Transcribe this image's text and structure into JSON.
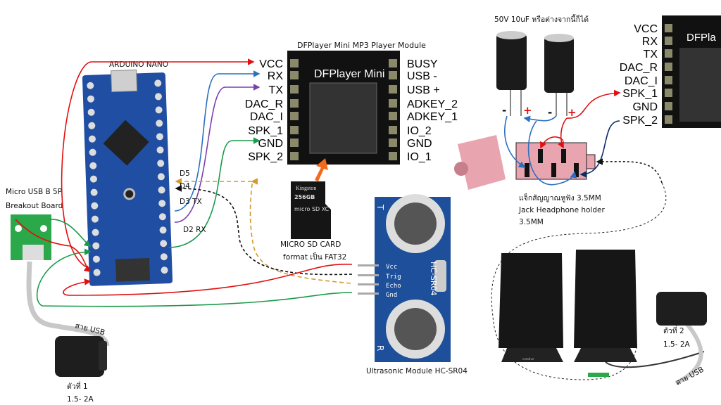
{
  "colors": {
    "nano_board": "#1f4ea3",
    "dfplayer_board": "#111111",
    "sonar_board": "#1d4f9a",
    "breakout_board": "#2aa84a",
    "jack": "#e8a5b0",
    "wire_red": "#e01010",
    "wire_blue": "#2c6fc0",
    "wire_purple": "#7b3fb0",
    "wire_green": "#1a9a4a",
    "wire_orange_dashed": "#d49a2a",
    "wire_navy": "#0b2a6a",
    "arrow": "#f26a1b"
  },
  "arduino": {
    "title": "ARDUINO NANO",
    "pin_labels": {
      "d5": "D5",
      "d4": "D4",
      "d3": "D3 TX",
      "d2": "D2 RX"
    }
  },
  "dfplayer": {
    "title": "DFPlayer Mini MP3 Player Module",
    "board_text": "DFPlayer Mini",
    "left_pins": [
      "VCC",
      "RX",
      "TX",
      "DAC_R",
      "DAC_I",
      "SPK_1",
      "GND",
      "SPK_2"
    ],
    "right_pins": [
      "BUSY",
      "USB -",
      "USB +",
      "ADKEY_2",
      "ADKEY_1",
      "IO_2",
      "GND",
      "IO_1"
    ]
  },
  "sd_card": {
    "brand": "Kingston",
    "capacity": "256GB",
    "type": "micro SD XC",
    "label1": "MICRO SD CARD",
    "label2": "format เป็น FAT32"
  },
  "sonar": {
    "pins": [
      "Vcc",
      "Trig",
      "Echo",
      "Gnd"
    ],
    "board_text": "HC-SR04",
    "t": "T",
    "r": "R",
    "caption": "Ultrasonic Module  HC-SR04"
  },
  "breakout": {
    "label1": "Micro USB B 5P",
    "label2": "Breakout Board"
  },
  "charger1": {
    "cable": "สาย USB",
    "name": "ตัวที่ 1",
    "rating": "1.5- 2A"
  },
  "capacitors": {
    "label": "50V 10uF  หรือต่างจากนี้ก็ได้",
    "polarity": [
      "-",
      "+",
      "-",
      "+"
    ]
  },
  "jack": {
    "label1": "แจ็กสัญญาณหูฟัง 3.5MM",
    "label2": "Jack Headphone holder",
    "label3": "3.5MM"
  },
  "dfplayer_right": {
    "board_text": "DFPla",
    "pins": [
      "VCC",
      "RX",
      "TX",
      "DAC_R",
      "DAC_I",
      "SPK_1",
      "GND",
      "SPK_2"
    ]
  },
  "speakers": {
    "brand": "creative"
  },
  "charger2": {
    "name": "ตัวที่ 2",
    "rating": "1.5- 2A",
    "cable": "สาย USB"
  }
}
